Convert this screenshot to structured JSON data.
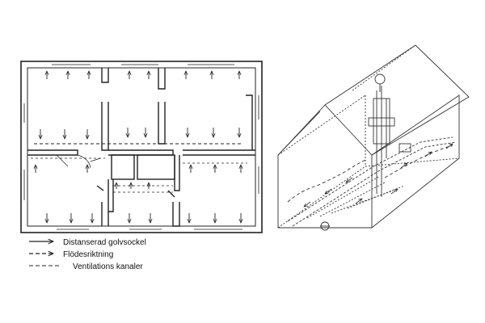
{
  "legend": {
    "items": [
      {
        "label": "Distanserad golvsockel",
        "line_style": "solid-arrow"
      },
      {
        "label": "Flödesriktning",
        "line_style": "dashed-arrow"
      },
      {
        "label": "Ventilations kanaler",
        "line_style": "dashed"
      }
    ]
  },
  "colors": {
    "ink": "#222222",
    "background": "#ffffff"
  }
}
